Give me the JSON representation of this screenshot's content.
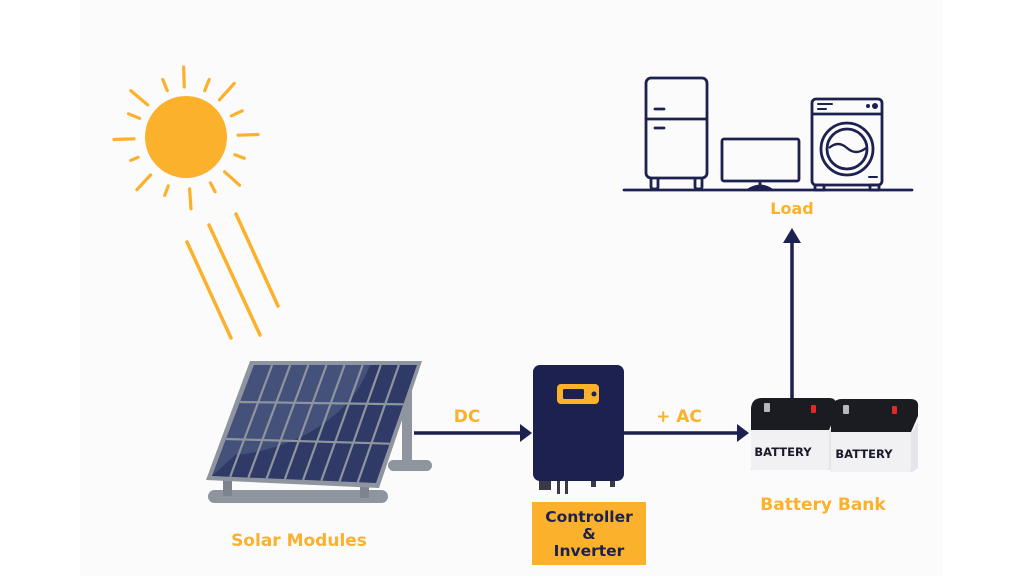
{
  "diagram": {
    "title": "Off-grid solar power system",
    "nodes": {
      "sun": {
        "label": ""
      },
      "solar_modules": {
        "label": "Solar Modules"
      },
      "controller_inverter": {
        "label_lines": [
          "Controller",
          "&",
          "Inverter"
        ]
      },
      "battery_bank": {
        "label": "Battery Bank",
        "battery_labels": [
          "BATTERY",
          "BATTERY"
        ]
      },
      "load": {
        "label": "Load",
        "appliances": [
          "refrigerator",
          "monitor",
          "washing-machine"
        ]
      }
    },
    "edges": [
      {
        "from": "solar_modules",
        "to": "controller_inverter",
        "label": "DC"
      },
      {
        "from": "controller_inverter",
        "to": "battery_bank",
        "label": "+ AC"
      },
      {
        "from": "battery_bank",
        "to": "load",
        "label": ""
      }
    ],
    "colors": {
      "accent": "#fbb12c",
      "navy": "#1c2150",
      "panel_cell": "#2f3a66",
      "frame": "#8e959f",
      "battery_top": "#1b1b22",
      "terminal_pos": "#e02a2a",
      "background": "#fbfbfb"
    }
  }
}
